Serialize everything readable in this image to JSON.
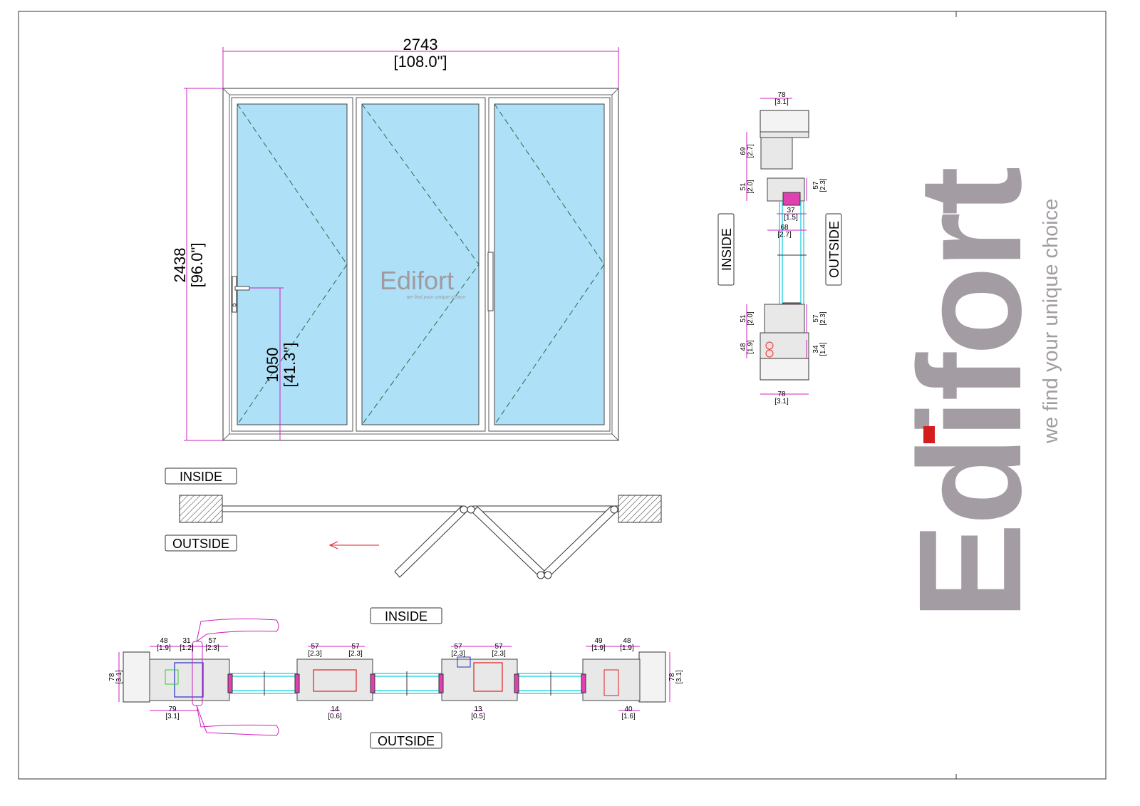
{
  "elevation": {
    "width_mm": "2743",
    "width_in": "[108.0\"]",
    "height_mm": "2438",
    "height_in": "[96.0\"]",
    "handle_mm": "1050",
    "handle_in": "[41.3\"]",
    "watermark": "Edifort",
    "watermark_tagline": "we find your unique choice"
  },
  "plan": {
    "inside_label": "INSIDE",
    "outside_label": "OUTSIDE",
    "arrow_color": "#e02020"
  },
  "vertical_section": {
    "inside_label": "INSIDE",
    "outside_label": "OUTSIDE",
    "dims": [
      {
        "mm": "78",
        "in": "[3.1]"
      },
      {
        "mm": "69",
        "in": "[2.7]"
      },
      {
        "mm": "51",
        "in": "[2.0]"
      },
      {
        "mm": "57",
        "in": "[2.3]"
      },
      {
        "mm": "37",
        "in": "[1.5]"
      },
      {
        "mm": "68",
        "in": "[2.7]"
      },
      {
        "mm": "51",
        "in": "[2.0]"
      },
      {
        "mm": "57",
        "in": "[2.3]"
      },
      {
        "mm": "48",
        "in": "[1.9]"
      },
      {
        "mm": "34",
        "in": "[1.4]"
      },
      {
        "mm": "78",
        "in": "[3.1]"
      }
    ]
  },
  "horizontal_section": {
    "inside_label": "INSIDE",
    "outside_label": "OUTSIDE",
    "top_dims": [
      {
        "mm": "48",
        "in": "[1.9]"
      },
      {
        "mm": "31",
        "in": "[1.2]"
      },
      {
        "mm": "57",
        "in": "[2.3]"
      },
      {
        "mm": "57",
        "in": "[2.3]"
      },
      {
        "mm": "57",
        "in": "[2.3]"
      },
      {
        "mm": "57",
        "in": "[2.3]"
      },
      {
        "mm": "57",
        "in": "[2.3]"
      },
      {
        "mm": "49",
        "in": "[1.9]"
      },
      {
        "mm": "48",
        "in": "[1.9]"
      }
    ],
    "bottom_dims": [
      {
        "mm": "79",
        "in": "[3.1]"
      },
      {
        "mm": "14",
        "in": "[0.6]"
      },
      {
        "mm": "13",
        "in": "[0.5]"
      },
      {
        "mm": "40",
        "in": "[1.6]"
      }
    ],
    "side_dims": [
      {
        "mm": "78",
        "in": "[3.1]"
      },
      {
        "mm": "78",
        "in": "[3.1]"
      }
    ]
  },
  "brand": {
    "name": "Edifort",
    "tagline": "we find your unique choice",
    "color": "#a39da3",
    "accent": "#d41e1e"
  }
}
